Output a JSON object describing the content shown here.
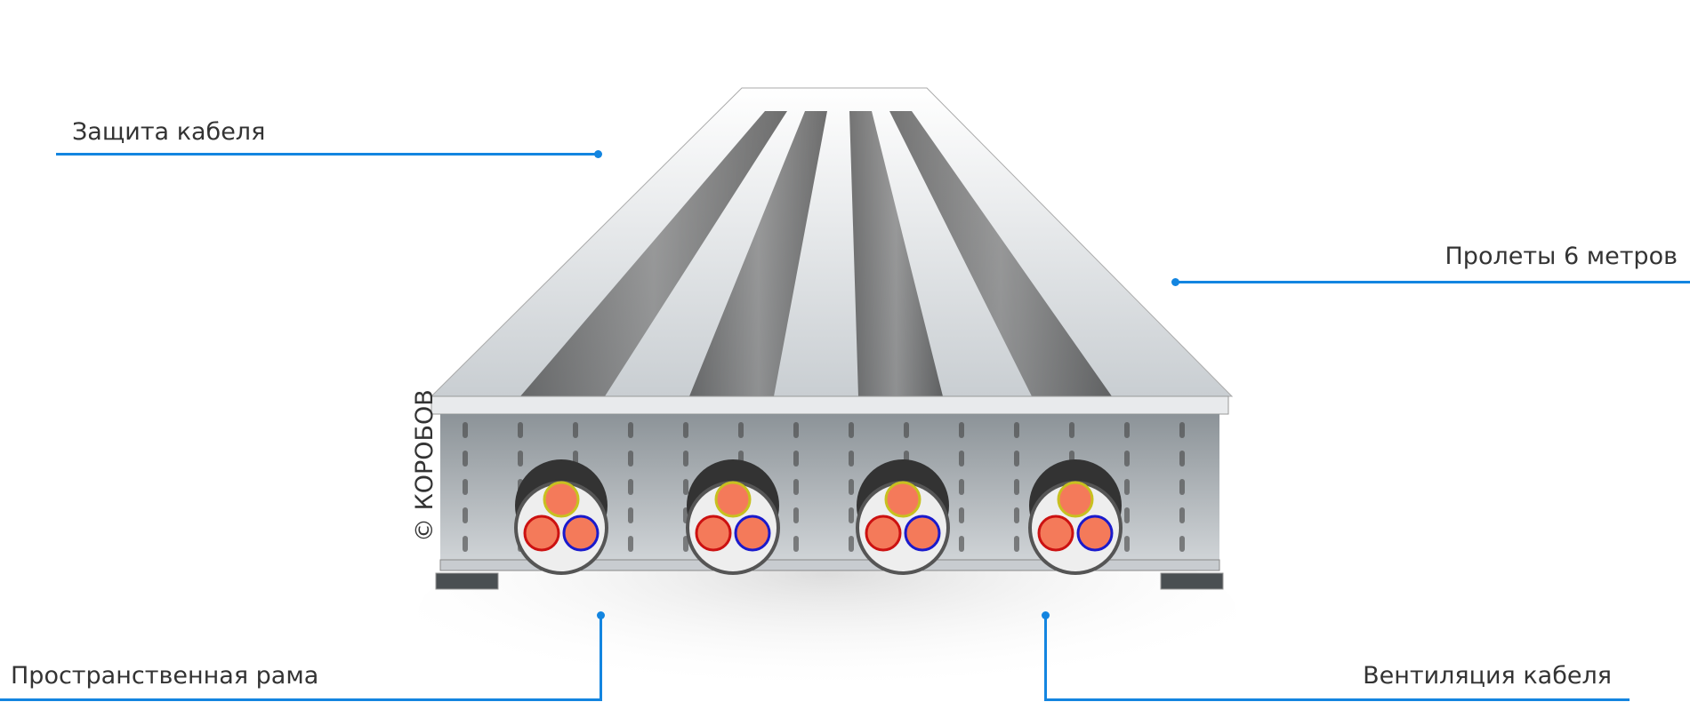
{
  "labels": {
    "cable_protection": "Защита кабеля",
    "spans": "Пролеты 6 метров",
    "space_frame": "Пространственная рама",
    "cable_ventilation": "Вентиляция кабеля"
  },
  "watermark": "© КОРОБОВ",
  "colors": {
    "accent": "#1385e0",
    "core_fill": "#f47a5a",
    "core_red": "#cc1111",
    "core_blue": "#1a1acc",
    "core_yellow": "#c8c020"
  },
  "cables": [
    {
      "id": 1
    },
    {
      "id": 2
    },
    {
      "id": 3
    },
    {
      "id": 4
    }
  ]
}
